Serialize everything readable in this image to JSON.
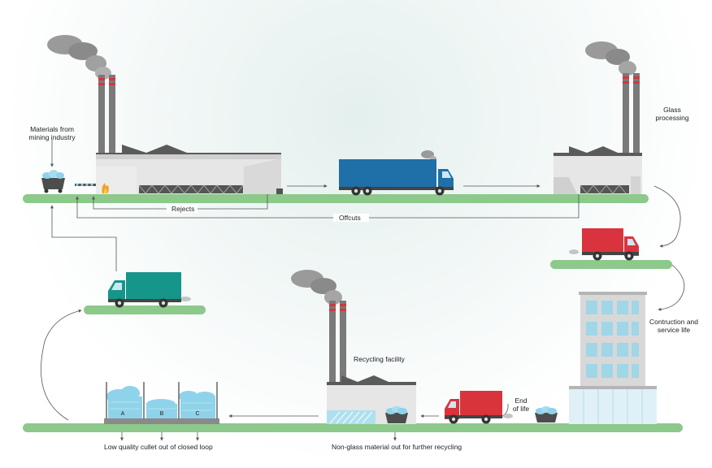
{
  "labels": {
    "materials_from_mining_1": "Materials from",
    "materials_from_mining_2": "mining industry",
    "glass_processing_1": "Glass",
    "glass_processing_2": "processing",
    "rejects": "Rejects",
    "offcuts": "Offcuts",
    "construction_1": "Contruction and",
    "construction_2": "service life",
    "recycling_facility": "Recycling facility",
    "end_of_life_1": "End",
    "end_of_life_2": "of life",
    "low_quality_cullet": "Low quality cullet out of closed loop",
    "non_glass_material": "Non-glass material out for further recycling",
    "bin_a": "A",
    "bin_b": "B",
    "bin_c": "C"
  },
  "colors": {
    "ground": "#8cc98b",
    "truck_blue": "#1f6fa8",
    "truck_red": "#d9343d",
    "truck_teal": "#16958a",
    "factory_wall": "#e6e6e6",
    "chimney": "#7a7a7a",
    "chimney_stripe": "#d9343d",
    "smoke": "#8e8e8e",
    "glass": "#8fd3ea",
    "building": "#d8d8d8",
    "window": "#9fd6e8"
  },
  "icons": [
    "mining-cart-icon",
    "fire-icon",
    "smoke-icon",
    "glass-pile-icon"
  ]
}
